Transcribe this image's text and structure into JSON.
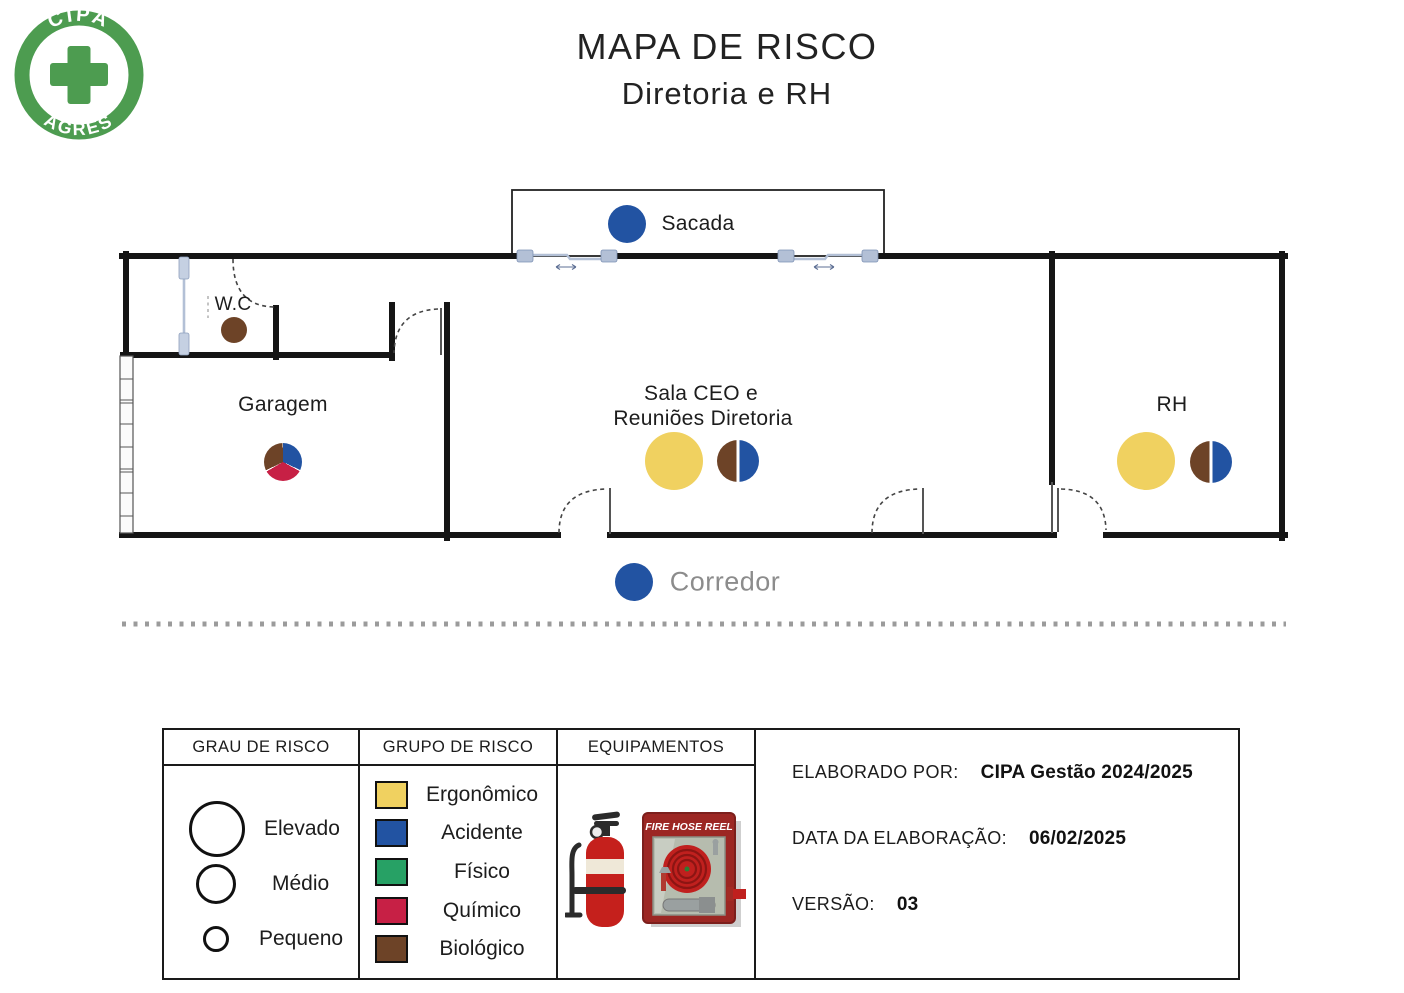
{
  "logo": {
    "top_text": "CIPA",
    "bottom_text": "AGRES",
    "color": "#4d9c50"
  },
  "title": {
    "line1": "MAPA DE RISCO",
    "line2": "Diretoria e RH"
  },
  "floorplan": {
    "rooms": {
      "sacada": {
        "label": "Sacada"
      },
      "wc": {
        "label": "W.C"
      },
      "garagem": {
        "label": "Garagem"
      },
      "sala_ceo": {
        "label_line1": "Sala CEO e",
        "label_line2": "Reuniões Diretoria"
      },
      "rh": {
        "label": "RH"
      },
      "corredor": {
        "label": "Corredor"
      }
    },
    "risk_markers": [
      {
        "room": "Sacada",
        "groups": [
          "Acidente"
        ],
        "grau": "Médio",
        "shape": "circle"
      },
      {
        "room": "W.C",
        "groups": [
          "Biológico"
        ],
        "grau": "Pequeno",
        "shape": "circle"
      },
      {
        "room": "Garagem",
        "groups": [
          "Acidente",
          "Químico",
          "Biológico"
        ],
        "grau": "Médio",
        "shape": "pie"
      },
      {
        "room": "Sala CEO e Reuniões Diretoria",
        "groups": [
          "Ergonômico"
        ],
        "grau": "Elevado",
        "shape": "circle"
      },
      {
        "room": "Sala CEO e Reuniões Diretoria",
        "groups": [
          "Biológico",
          "Acidente"
        ],
        "grau": "Médio",
        "shape": "split"
      },
      {
        "room": "RH",
        "groups": [
          "Ergonômico"
        ],
        "grau": "Elevado",
        "shape": "circle"
      },
      {
        "room": "RH",
        "groups": [
          "Biológico",
          "Acidente"
        ],
        "grau": "Médio",
        "shape": "split"
      },
      {
        "room": "Corredor",
        "groups": [
          "Acidente"
        ],
        "grau": "Médio",
        "shape": "circle"
      }
    ]
  },
  "legend": {
    "grau": {
      "header": "GRAU DE RISCO",
      "items": [
        {
          "label": "Elevado"
        },
        {
          "label": "Médio"
        },
        {
          "label": "Pequeno"
        }
      ]
    },
    "grupo": {
      "header": "GRUPO DE RISCO",
      "items": [
        {
          "label": "Ergonômico",
          "color": "#f0d160"
        },
        {
          "label": "Acidente",
          "color": "#2253a2"
        },
        {
          "label": "Físico",
          "color": "#27a165"
        },
        {
          "label": "Químico",
          "color": "#c72045"
        },
        {
          "label": "Biológico",
          "color": "#6d4327"
        }
      ]
    },
    "equip": {
      "header": "EQUIPAMENTOS",
      "cabinet_label": "FIRE HOSE REEL"
    },
    "info": {
      "rows": [
        {
          "label": "ELABORADO POR:",
          "value": "CIPA Gestão 2024/2025"
        },
        {
          "label": "DATA DA ELABORAÇÃO:",
          "value": "06/02/2025"
        },
        {
          "label": "VERSÃO:",
          "value": "03"
        }
      ]
    }
  },
  "colors": {
    "wall": "#151515",
    "acidente_blue": "#2253a2",
    "ergonomico_yellow": "#f0d160",
    "fisico_green": "#27a165",
    "quimico_red": "#c72045",
    "biologico_brown": "#6d4327",
    "logo_green": "#4d9c50",
    "slider_blue": "#b3c0d6",
    "corredor_text": "#8c8c8c"
  }
}
